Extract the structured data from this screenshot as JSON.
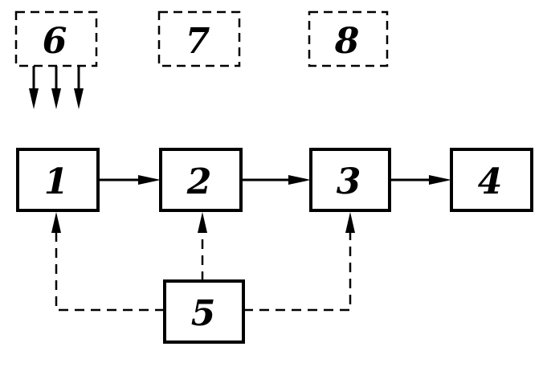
{
  "blocks": {
    "b1": "1",
    "b2": "2",
    "b3": "3",
    "b4": "4",
    "b5": "5",
    "b6": "6",
    "b7": "7",
    "b8": "8"
  }
}
